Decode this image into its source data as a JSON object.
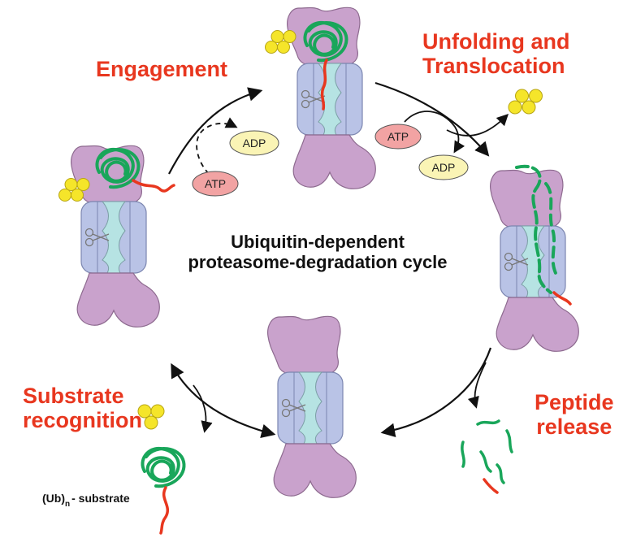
{
  "center_title": {
    "line1": "Ubiquitin-dependent",
    "line2": "proteasome-degradation cycle"
  },
  "steps": {
    "engagement": "Engagement",
    "unfolding": {
      "line1": "Unfolding and",
      "line2": "Translocation"
    },
    "substrate_recognition": {
      "line1": "Substrate",
      "line2": "recognition"
    },
    "peptide_release": {
      "line1": "Peptide",
      "line2": "release"
    }
  },
  "nucleotides": {
    "atp_1": "ATP",
    "adp_1": "ADP",
    "atp_2": "ATP",
    "adp_2": "ADP"
  },
  "substrate_label": {
    "prefix": "(Ub)",
    "subscript": "n",
    "suffix": "- substrate"
  },
  "colors": {
    "label_red": "#e8371f",
    "proteasome_lid": "#c9a2cc",
    "proteasome_core": "#b9c3e6",
    "core_channel": "#b6e3e3",
    "ubiquitin": "#f5e52a",
    "substrate_tangle": "#19a65a",
    "substrate_tail": "#e8371f",
    "atp_fill": "#f2a3a3",
    "adp_fill": "#faf4b5"
  }
}
